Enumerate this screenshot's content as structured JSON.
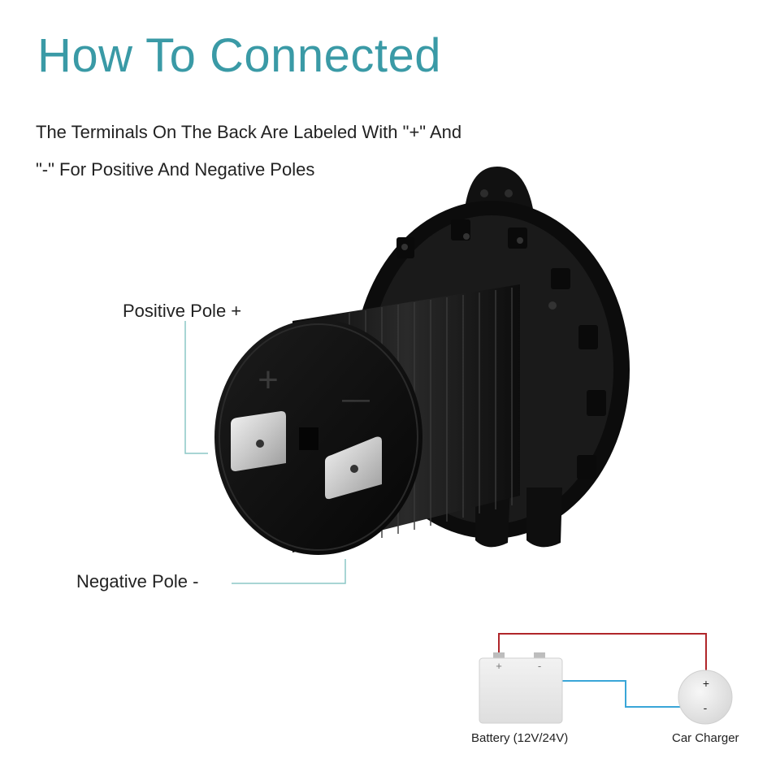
{
  "title": "How To Connected",
  "description": {
    "line1": "The Terminals On The Back Are Labeled With \"+\" And",
    "line2": "\"-\" For Positive And Negative Poles"
  },
  "callouts": {
    "positive": "Positive Pole +",
    "negative": "Negative Pole -"
  },
  "socket": {
    "plus_mark": "+",
    "minus_mark": "—"
  },
  "wiring": {
    "battery_label": "Battery (12V/24V)",
    "charger_label": "Car Charger",
    "battery_plus": "+",
    "battery_minus": "-",
    "charger_plus": "+",
    "charger_minus": "-"
  },
  "colors": {
    "title": "#3a9aa6",
    "leader": "#8cc7c6",
    "positive_wire": "#b0262a",
    "negative_wire": "#3aa6d8",
    "socket_body": "#141414"
  }
}
